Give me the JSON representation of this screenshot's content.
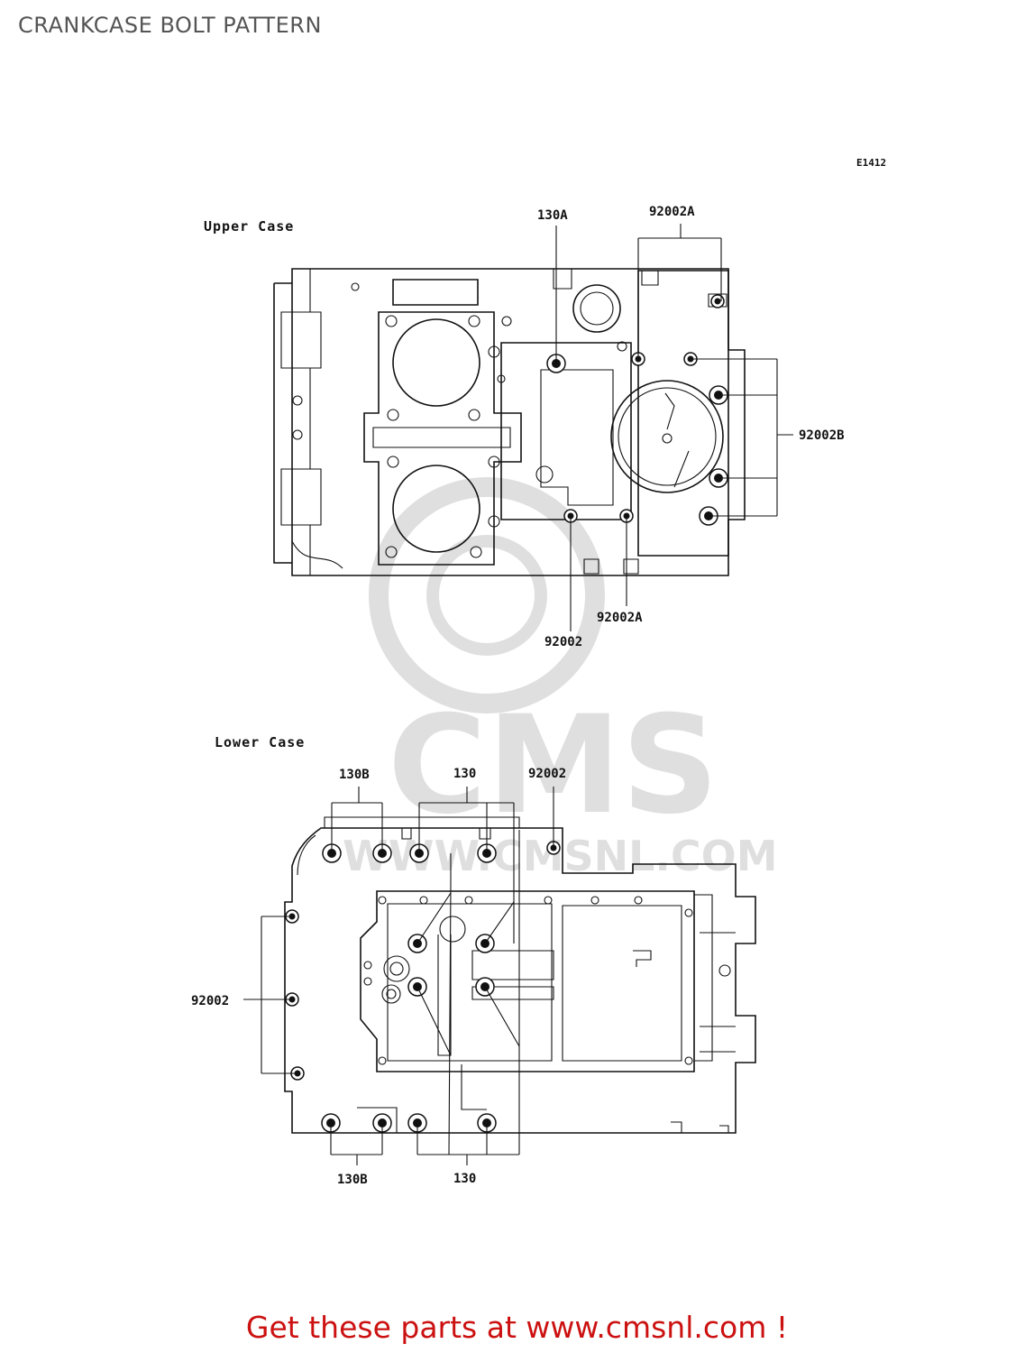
{
  "page": {
    "title": "CRANKCASE BOLT PATTERN",
    "figure_code": "E1412",
    "footer": "Get these parts at www.cmsnl.com !"
  },
  "upper_case": {
    "label": "Upper Case",
    "callouts": {
      "c130A": "130A",
      "c92002A_top": "92002A",
      "c92002B": "92002B",
      "c92002A_bottom": "92002A",
      "c92002": "92002"
    }
  },
  "lower_case": {
    "label": "Lower Case",
    "callouts": {
      "c130B_top": "130B",
      "c130_top": "130",
      "c92002_top": "92002",
      "c92002_left": "92002",
      "c130B_bottom": "130B",
      "c130_bottom": "130"
    }
  },
  "watermark": {
    "brand": "CMS",
    "url": "WWW.CMSNL.COM"
  }
}
